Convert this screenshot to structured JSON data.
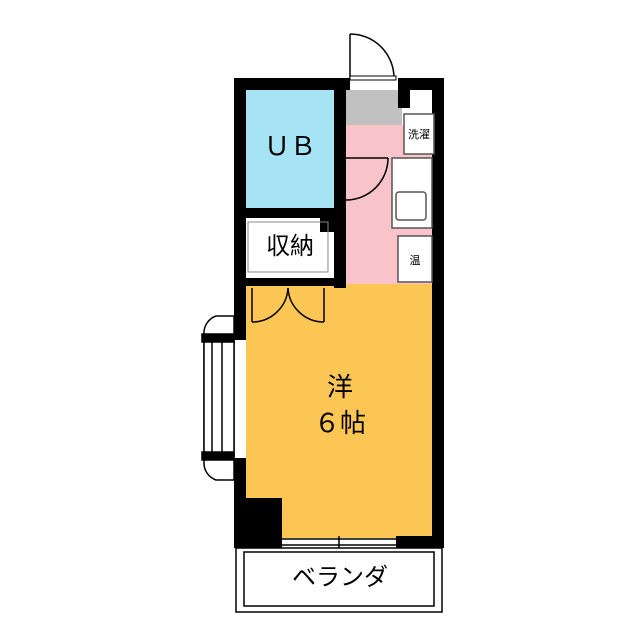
{
  "rooms": {
    "unit_bath": "ＵＢ",
    "storage": "収納",
    "washer": "洗濯",
    "water_heater": "温",
    "western_room_type": "洋",
    "western_room_size": "６帖",
    "balcony": "ベランダ"
  },
  "colors": {
    "wall": "#000000",
    "unit_bath_fill": "#a6e4f5",
    "western_room_fill": "#fcc655",
    "kitchen_fill": "#f9c4c9",
    "entrance_fill": "#c1c1c1",
    "storage_fill": "#ffffff",
    "fixture_stroke": "#555555"
  }
}
